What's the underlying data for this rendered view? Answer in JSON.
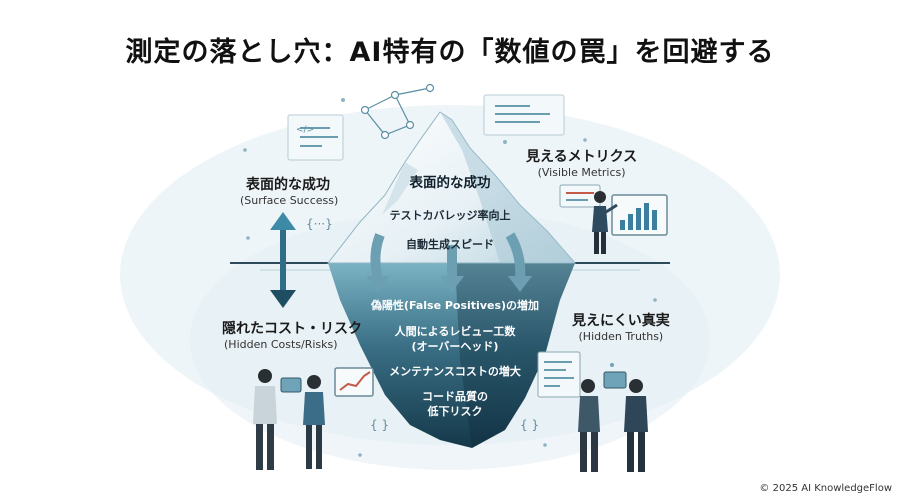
{
  "title": "測定の落とし穴：AI特有の「数値の罠」を回避する",
  "left_top": {
    "jp": "表面的な成功",
    "en": "(Surface Success)"
  },
  "left_bottom": {
    "jp": "隠れたコスト・リスク",
    "en": "(Hidden Costs/Risks)"
  },
  "right_top": {
    "jp": "見えるメトリクス",
    "en": "(Visible Metrics)"
  },
  "right_bottom": {
    "jp": "見えにくい真実",
    "en": "(Hidden Truths)"
  },
  "iceberg_top": {
    "heading": "表面的な成功",
    "items": [
      "テストカバレッジ率向上",
      "自動生成スピード"
    ]
  },
  "iceberg_bottom": {
    "items": [
      "偽陽性(False Positives)の増加",
      "人間によるレビュー工数\n(オーバーヘッド)",
      "メンテナンスコストの増大",
      "コード品質の\n低下リスク"
    ]
  },
  "code_snippets": {
    "bracket_dots": "{···}",
    "tag": "</>",
    "braces": "{ }"
  },
  "copyright": "© 2025 AI KnowledgeFlow",
  "colors": {
    "water_dark": "#16384a",
    "water_light": "#6aa8bb",
    "ice": "#e9f2f6",
    "arrow": "#2f6e86",
    "accent": "#3a7fa0"
  }
}
